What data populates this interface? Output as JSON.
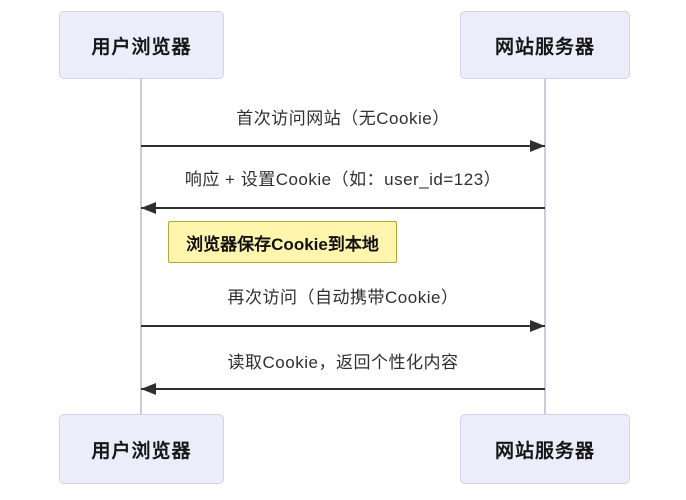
{
  "diagram": {
    "type": "sequence",
    "actors": [
      {
        "id": "user-browser",
        "label": "用户浏览器"
      },
      {
        "id": "web-server",
        "label": "网站服务器"
      }
    ],
    "messages": [
      {
        "from": "user-browser",
        "to": "web-server",
        "direction": "right",
        "arrow": "solid-filled-head",
        "label": "首次访问网站（无Cookie）"
      },
      {
        "from": "web-server",
        "to": "user-browser",
        "direction": "left",
        "arrow": "solid-filled-head",
        "label": "响应 + 设置Cookie（如：user_id=123）"
      },
      {
        "from": "user-browser",
        "to": "web-server",
        "direction": "right",
        "arrow": "solid-filled-head",
        "label": "再次访问（自动携带Cookie）"
      },
      {
        "from": "web-server",
        "to": "user-browser",
        "direction": "left",
        "arrow": "solid-filled-head",
        "label": "读取Cookie，返回个性化内容"
      }
    ],
    "note": {
      "label": "浏览器保存Cookie到本地"
    },
    "colors": {
      "actor_fill": "#ececfa",
      "actor_border": "#d2d2e8",
      "lifeline": "#ccccdd",
      "arrow": "#2f2f2f",
      "note_fill": "#fff5ad",
      "note_border": "#aaaa33"
    }
  }
}
